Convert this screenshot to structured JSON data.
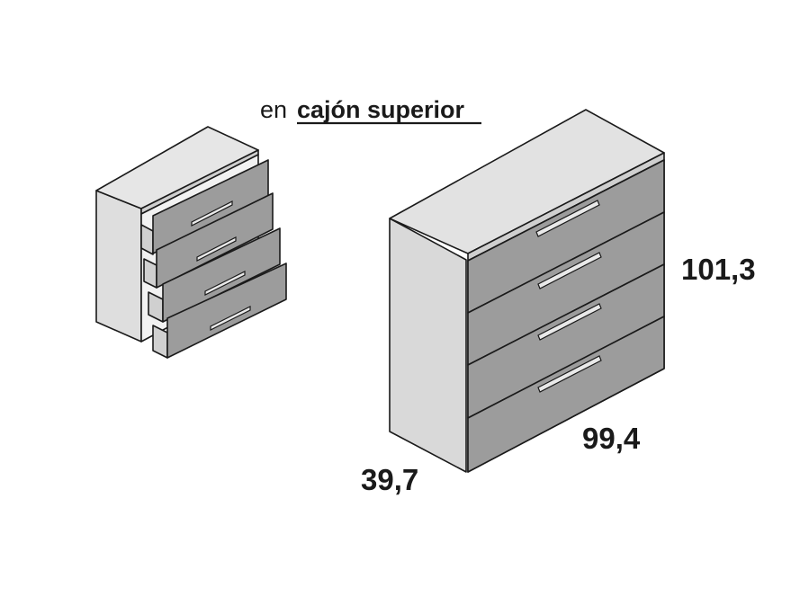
{
  "caption": {
    "prefix": "en",
    "emphasis": "cajón superior"
  },
  "dimensions": {
    "height": "101,3",
    "width": "99,4",
    "depth": "39,7"
  },
  "colors": {
    "carcass_top": "#e2e2e2",
    "carcass_side": "#d9d9d9",
    "drawer_front": "#9c9c9c",
    "drawer_inside": "#cfcfcf",
    "outline": "#1a1a1a"
  }
}
